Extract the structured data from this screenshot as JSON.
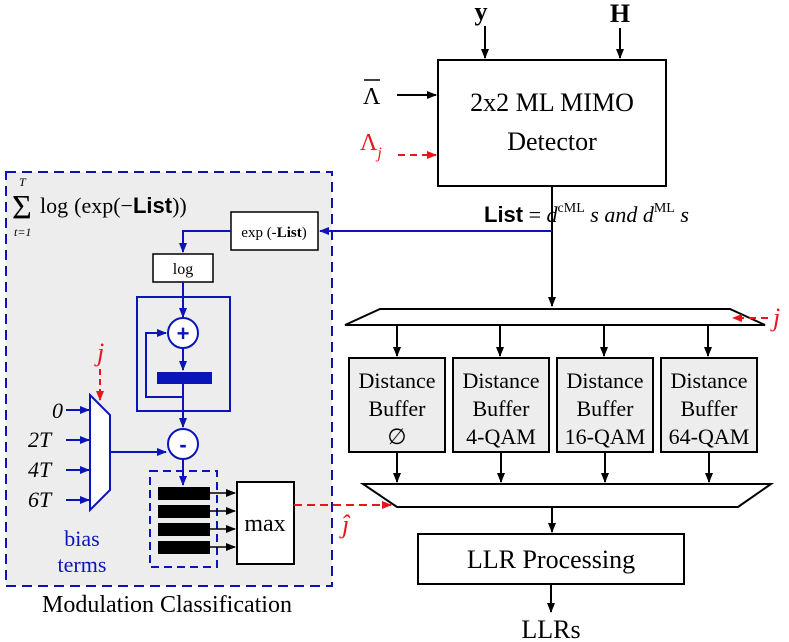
{
  "inputs": {
    "y": "y",
    "H": "H",
    "lambda_bar": "Λ",
    "lambda_j_base": "Λ",
    "lambda_j_sub": "j"
  },
  "detector": {
    "line1": "2x2 ML MIMO",
    "line2": "Detector"
  },
  "list_label": {
    "list": "List",
    "equals": " = ",
    "d1": "d",
    "sup1": "cML",
    "mid": " s and ",
    "d2": "d",
    "sup2": "ML",
    "end": " s"
  },
  "selector_index": "j",
  "buffers": [
    {
      "l1": "Distance",
      "l2": "Buffer",
      "l3": "∅"
    },
    {
      "l1": "Distance",
      "l2": "Buffer",
      "l3": "4-QAM"
    },
    {
      "l1": "Distance",
      "l2": "Buffer",
      "l3": "16-QAM"
    },
    {
      "l1": "Distance",
      "l2": "Buffer",
      "l3": "64-QAM"
    }
  ],
  "llr_processing": "LLR Processing",
  "llrs": "LLRs",
  "mod_class": {
    "caption": "Modulation Classification",
    "formula": {
      "sum_top": "T",
      "sum_bottom": "t=1",
      "log": "log",
      "open": "(exp(−",
      "list": "List",
      "close": "))"
    },
    "exp_block": {
      "pre": "exp (-",
      "list": "List",
      "post": ")"
    },
    "log_block": "log",
    "plus": "+",
    "minus": "-",
    "max": "max",
    "mux_select": "j",
    "bias": [
      "0",
      "2T",
      "4T",
      "6T"
    ],
    "bias_label": [
      "bias",
      "terms"
    ],
    "j_hat": "ĵ"
  },
  "colors": {
    "blue": "#0a14b8",
    "red": "#e8141e",
    "panel": "#ededed"
  }
}
